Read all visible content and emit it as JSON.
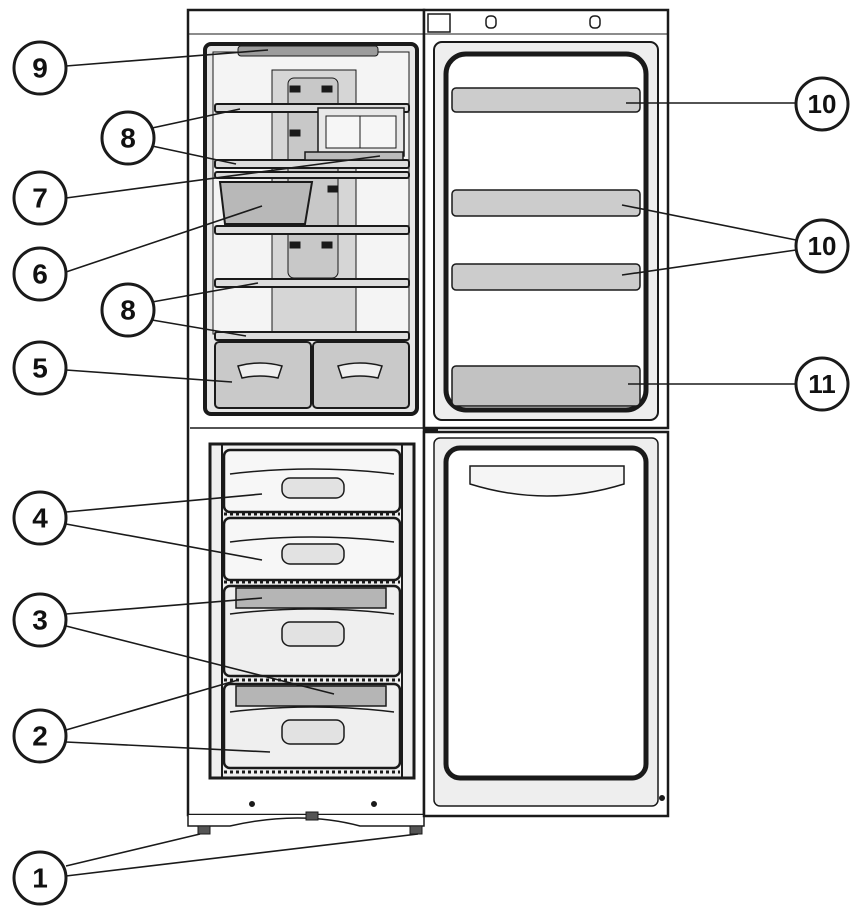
{
  "callouts": [
    {
      "id": "c1",
      "label": "1"
    },
    {
      "id": "c2",
      "label": "2"
    },
    {
      "id": "c3",
      "label": "3"
    },
    {
      "id": "c4",
      "label": "4"
    },
    {
      "id": "c5",
      "label": "5"
    },
    {
      "id": "c6",
      "label": "6"
    },
    {
      "id": "c7",
      "label": "7"
    },
    {
      "id": "c8a",
      "label": "8"
    },
    {
      "id": "c8b",
      "label": "8"
    },
    {
      "id": "c9",
      "label": "9"
    },
    {
      "id": "c10a",
      "label": "10"
    },
    {
      "id": "c10b",
      "label": "10"
    },
    {
      "id": "c11",
      "label": "11"
    }
  ],
  "colors": {
    "outline": "#1a1a1a",
    "cabinet_fill": "#ffffff",
    "interior_gray": "#d4d4d4",
    "panel_gray": "#bdbdbd",
    "drawer_fill": "#f2f2f2"
  }
}
